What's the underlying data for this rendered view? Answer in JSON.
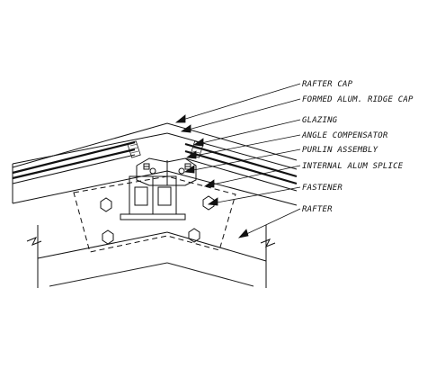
{
  "drawing": {
    "type": "ridge-cap architectural section detail",
    "colors": {
      "ink": "#111111",
      "hatch": "#555555",
      "paper": "#ffffff"
    }
  },
  "callouts": [
    {
      "id": "rafter-cap",
      "label": "RAFTER CAP"
    },
    {
      "id": "formed-alum-ridge-cap",
      "label": "FORMED ALUM. RIDGE CAP"
    },
    {
      "id": "glazing",
      "label": "GLAZING"
    },
    {
      "id": "angle-compensator",
      "label": "ANGLE COMPENSATOR"
    },
    {
      "id": "purlin-assembly",
      "label": "PURLIN ASSEMBLY"
    },
    {
      "id": "internal-alum-splice",
      "label": "INTERNAL ALUM SPLICE"
    },
    {
      "id": "fastener",
      "label": "FASTENER"
    },
    {
      "id": "rafter",
      "label": "RAFTER"
    }
  ]
}
